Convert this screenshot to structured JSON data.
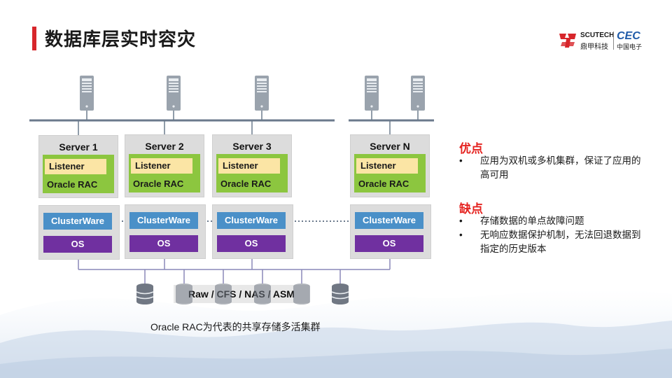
{
  "header": {
    "title": "数据库层实时容灾",
    "logo": {
      "en": "SCUTECH",
      "cn": "鼎甲科技",
      "cec": "CEC",
      "cec_cn": "中国电子"
    }
  },
  "diagram": {
    "servers": [
      {
        "name": "Server 1",
        "listener": "Listener",
        "rac": "Oracle RAC",
        "clusterware": "ClusterWare",
        "os": "OS"
      },
      {
        "name": "Server 2",
        "listener": "Listener",
        "rac": "Oracle RAC",
        "clusterware": "ClusterWare",
        "os": "OS"
      },
      {
        "name": "Server 3",
        "listener": "Listener",
        "rac": "Oracle RAC",
        "clusterware": "ClusterWare",
        "os": "OS"
      },
      {
        "name": "Server N",
        "listener": "Listener",
        "rac": "Oracle RAC",
        "clusterware": "ClusterWare",
        "os": "OS"
      }
    ],
    "storage_label": "Raw / CFS / NAS / ASM",
    "caption": "Oracle RAC为代表的共享存储多活集群"
  },
  "pros": {
    "title": "优点",
    "items": [
      "应用为双机或多机集群，保证了应用的高可用"
    ]
  },
  "cons": {
    "title": "缺点",
    "items": [
      "存储数据的单点故障问题",
      "无响应数据保护机制，无法回退数据到指定的历史版本"
    ]
  },
  "colors": {
    "title_accent": "#d7262b",
    "section_title": "#e52320",
    "green_panel": "#8cc63f",
    "listener": "#fbe5a5",
    "clusterware": "#4a90c8",
    "os": "#7030a0"
  }
}
